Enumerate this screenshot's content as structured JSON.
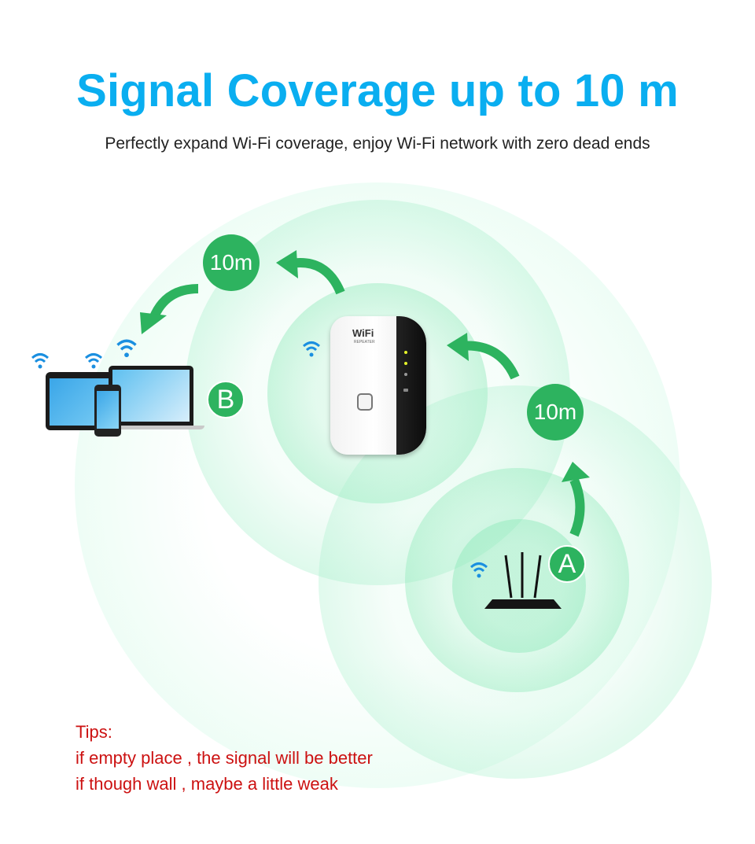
{
  "header": {
    "title": "Signal Coverage up to 10 m",
    "subtitle": "Perfectly expand Wi-Fi coverage, enjoy Wi-Fi network with zero dead ends"
  },
  "diagram": {
    "nodes": [
      {
        "id": "A",
        "label": "A",
        "device": "router-icon"
      },
      {
        "id": "repeater",
        "label": "",
        "device": "wifi-repeater-icon",
        "device_text": "WiFi",
        "device_subtext": "REPEATER"
      },
      {
        "id": "B",
        "label": "B",
        "device": "devices-icon"
      }
    ],
    "distances": [
      {
        "from": "A",
        "to": "repeater",
        "label": "10m"
      },
      {
        "from": "repeater",
        "to": "B",
        "label": "10m"
      }
    ]
  },
  "tips": {
    "heading": "Tips:",
    "lines": [
      "if empty place , the signal will be better",
      "if though wall , maybe a little weak"
    ]
  },
  "colors": {
    "title": "#0aaef0",
    "badge_green": "#2db35f",
    "tips_red": "#cc1111",
    "wifi_blue": "#1a8fe0"
  }
}
